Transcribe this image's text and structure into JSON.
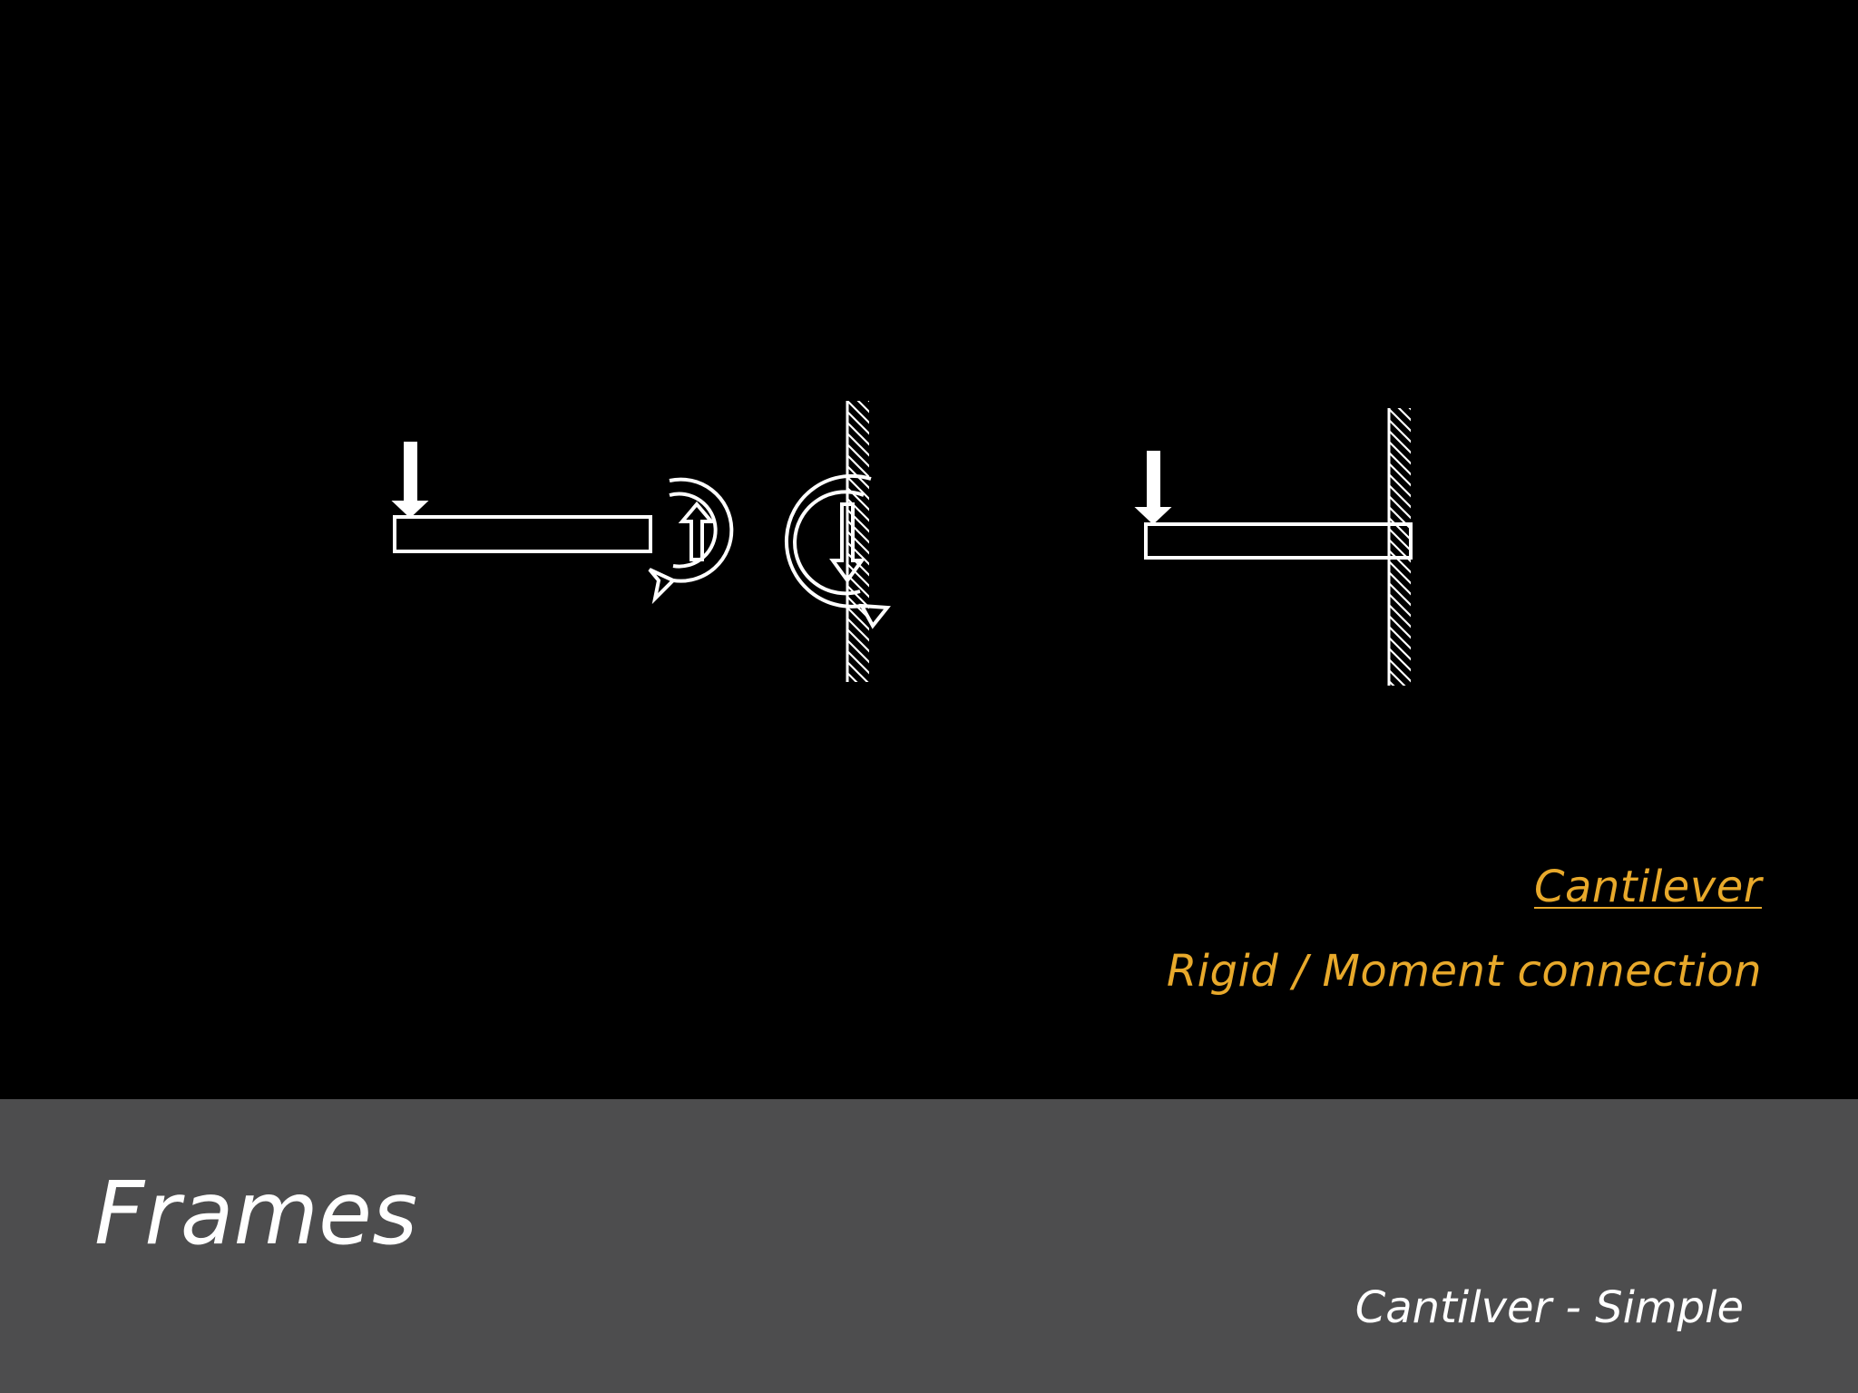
{
  "captions": {
    "title": "Cantilever",
    "subtitle": "Rigid / Moment connection"
  },
  "footer": {
    "title": "Frames",
    "subtitle": "Cantilver - Simple"
  },
  "colors": {
    "background": "#000000",
    "accent": "#E8A92B",
    "footer_bg": "#4D4D4E",
    "line": "#FFFFFF"
  }
}
